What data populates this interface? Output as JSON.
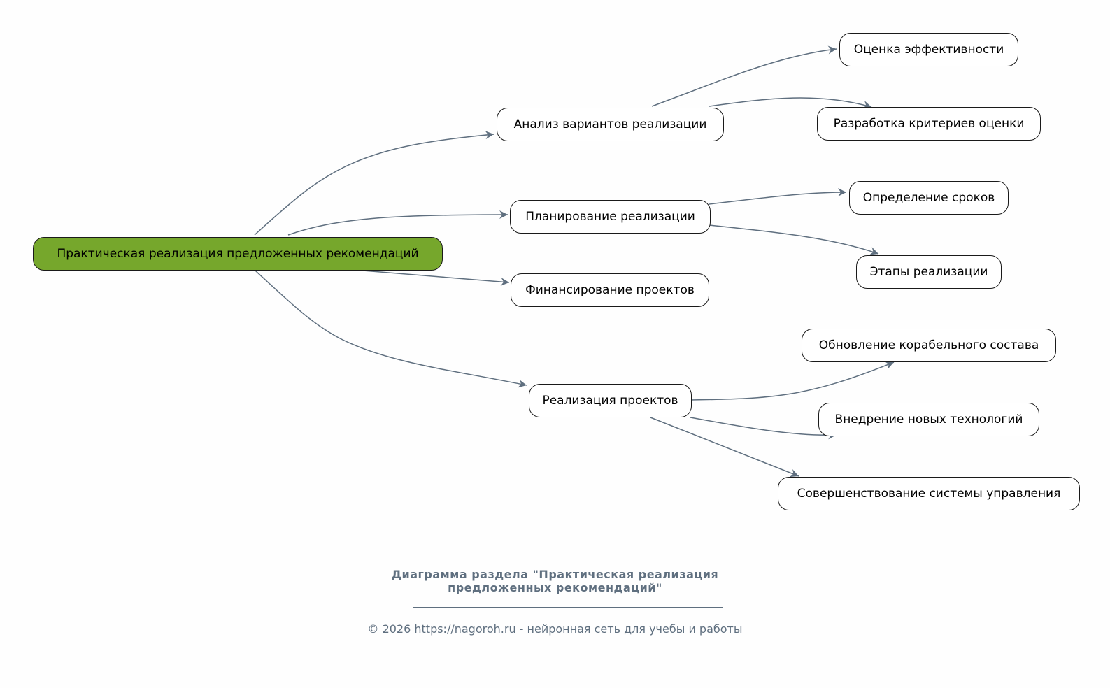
{
  "diagram": {
    "root": {
      "id": "root",
      "label": "Практическая реализация предложенных рекомендаций",
      "color": "#76a72c"
    },
    "nodes": [
      {
        "id": "analysis",
        "label": "Анализ вариантов реализации"
      },
      {
        "id": "planning",
        "label": "Планирование реализации"
      },
      {
        "id": "financing",
        "label": "Финансирование проектов"
      },
      {
        "id": "implementation",
        "label": "Реализация проектов"
      },
      {
        "id": "efficiency",
        "label": "Оценка эффективности"
      },
      {
        "id": "criteria",
        "label": "Разработка критериев оценки"
      },
      {
        "id": "deadlines",
        "label": "Определение сроков"
      },
      {
        "id": "stages",
        "label": "Этапы реализации"
      },
      {
        "id": "fleet",
        "label": "Обновление корабельного состава"
      },
      {
        "id": "tech",
        "label": "Внедрение новых технологий"
      },
      {
        "id": "management",
        "label": "Совершенствование системы управления"
      }
    ],
    "edges": [
      {
        "from": "root",
        "to": "analysis"
      },
      {
        "from": "root",
        "to": "planning"
      },
      {
        "from": "root",
        "to": "financing"
      },
      {
        "from": "root",
        "to": "implementation"
      },
      {
        "from": "analysis",
        "to": "efficiency"
      },
      {
        "from": "analysis",
        "to": "criteria"
      },
      {
        "from": "planning",
        "to": "deadlines"
      },
      {
        "from": "planning",
        "to": "stages"
      },
      {
        "from": "implementation",
        "to": "fleet"
      },
      {
        "from": "implementation",
        "to": "tech"
      },
      {
        "from": "implementation",
        "to": "management"
      }
    ],
    "edge_color": "#5f6f7f"
  },
  "caption": {
    "title_line1": "Диаграмма раздела \"Практическая реализация",
    "title_line2": "предложенных рекомендаций\"",
    "footer": "© 2026 https://nagoroh.ru - нейронная сеть для учебы и работы"
  }
}
